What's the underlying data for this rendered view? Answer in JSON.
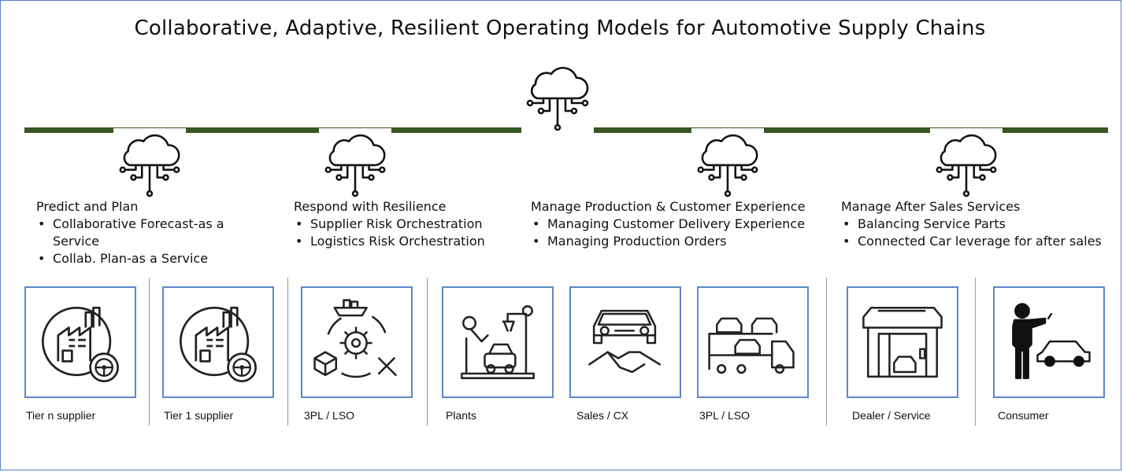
{
  "title": "Collaborative, Adaptive, Resilient Operating Models for Automotive Supply Chains",
  "icons": {
    "cloud": "cloud-network-icon",
    "factory": "factory-steering-icon",
    "logistics": "logistics-cycle-icon",
    "robot": "robot-assembly-icon",
    "handshake": "car-handshake-icon",
    "truck": "car-carrier-truck-icon",
    "dealer": "dealership-icon",
    "consumer": "person-with-car-icon"
  },
  "colors": {
    "timeline": "#375623",
    "tile_border": "#5b87cc",
    "frame_border": "#5b7fc7"
  },
  "sections": [
    {
      "heading": "Predict and Plan",
      "items": [
        "Collaborative Forecast-as a Service",
        "Collab. Plan-as a Service"
      ]
    },
    {
      "heading": "Respond with Resilience",
      "items": [
        "Supplier Risk Orchestration",
        "Logistics Risk Orchestration"
      ]
    },
    {
      "heading": "Manage Production & Customer Experience",
      "items": [
        "Managing Customer Delivery Experience",
        "Managing Production Orders"
      ]
    },
    {
      "heading": "Manage After Sales Services",
      "items": [
        "Balancing Service Parts",
        "Connected Car leverage for after sales"
      ]
    }
  ],
  "nodes": [
    "Tier n supplier",
    "Tier 1 supplier",
    "3PL / LSO",
    "Plants",
    "Sales / CX",
    "3PL / LSO",
    "Dealer / Service",
    "Consumer"
  ]
}
